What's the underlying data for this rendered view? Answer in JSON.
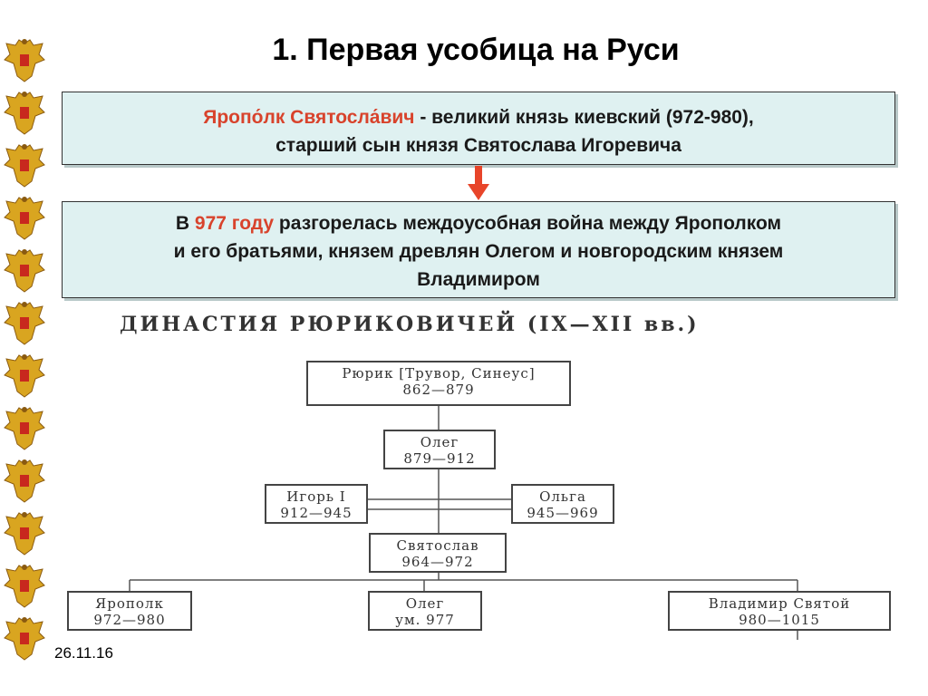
{
  "slide": {
    "title": "1. Первая усобица на Руси",
    "date": "26.11.16"
  },
  "info_box_1": {
    "name_highlight": "Яропо́лк Святосла́вич",
    "line1_rest": " - великий князь киевский (972-980),",
    "line2": "старший сын князя Святослава Игоревича"
  },
  "info_box_2": {
    "prefix": "В ",
    "year_highlight": "977 году",
    "line1_rest": " разгорелась междоусобная война между Ярополком",
    "line2": "и его братьями, князем древлян Олегом и новгородским князем",
    "line3": "Владимиром"
  },
  "dynasty": {
    "title": "ДИНАСТИЯ РЮРИКОВИЧЕЙ (IX—XII вв.)",
    "nodes": {
      "rurik": {
        "name": "Рюрик [Трувор, Синеус]",
        "years": "862—879"
      },
      "oleg": {
        "name": "Олег",
        "years": "879—912"
      },
      "igor": {
        "name": "Игорь I",
        "years": "912—945"
      },
      "olga": {
        "name": "Ольга",
        "years": "945—969"
      },
      "svyatoslav": {
        "name": "Святослав",
        "years": "964—972"
      },
      "yaropolk": {
        "name": "Ярополк",
        "years": "972—980"
      },
      "oleg2": {
        "name": "Олег",
        "years": "ум. 977"
      },
      "vladimir": {
        "name": "Владимир Святой",
        "years": "980—1015"
      }
    }
  },
  "colors": {
    "highlight": "#d8432c",
    "box_fill": "#dff1f1",
    "arrow": "#e8452a",
    "eagle_gold": "#d9a520",
    "eagle_red": "#c8281e"
  },
  "icons": {
    "side_decoration": "double-headed-eagle-icon",
    "connector": "down-arrow-icon"
  }
}
